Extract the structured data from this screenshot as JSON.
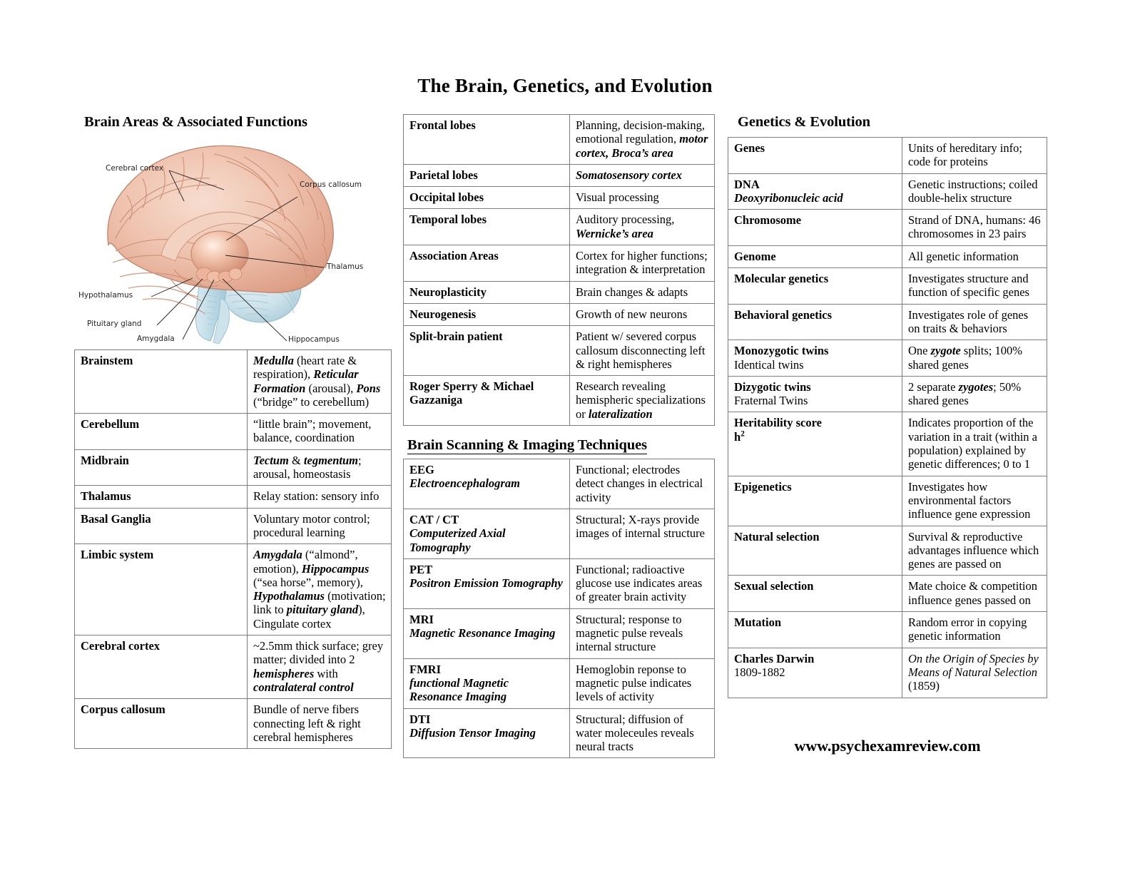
{
  "document": {
    "title": "The Brain, Genetics, and Evolution",
    "footer_url": "www.psychexamreview.com"
  },
  "sections": {
    "brain_areas": {
      "heading": "Brain Areas & Associated Functions",
      "figure": {
        "name": "mid-sagittal-brain-diagram",
        "labels": [
          "Cerebral cortex",
          "Corpus callosum",
          "Thalamus",
          "Hypothalamus",
          "Pituitary gland",
          "Amygdala",
          "Hippocampus"
        ],
        "colors": {
          "cortex_light": "#f3cfbd",
          "cortex_mid": "#e7b09a",
          "cortex_dark": "#d79480",
          "cerebellum": "#cfe3ea",
          "brainstem": "#c8dfe8",
          "thalamus": "#eeb89f",
          "pituitary": "#d9a3cd",
          "outline": "#b07a63"
        }
      },
      "rows": [
        {
          "term": "Brainstem",
          "def_html": "<b><i>Medulla</i></b> (heart rate &amp; respiration), <b><i>Reticular Formation</i></b> (arousal), <b><i>Pons</i></b> (&ldquo;bridge&rdquo; to cerebellum)"
        },
        {
          "term": "Cerebellum",
          "def_html": "&ldquo;little brain&rdquo;; movement, balance, coordination"
        },
        {
          "term": "Midbrain",
          "def_html": "<b><i>Tectum</i></b> &amp; <b><i>tegmentum</i></b>; arousal, homeostasis"
        },
        {
          "term": "Thalamus",
          "def_html": "Relay station: sensory info"
        },
        {
          "term": "Basal Ganglia",
          "def_html": "Voluntary motor control; procedural learning"
        },
        {
          "term": "Limbic system",
          "def_html": "<b><i>Amygdala</i></b> (&ldquo;almond&rdquo;, emotion), <b><i>Hippocampus</i></b> (&ldquo;sea horse&rdquo;, memory), <b><i>Hypothalamus</i></b> (motivation; link to <b><i>pituitary gland</i></b>), Cingulate cortex"
        },
        {
          "term": "Cerebral cortex",
          "def_html": "~2.5mm thick surface; grey matter; divided into 2 <b><i>hemispheres</i></b> with <b><i>contralateral control</i></b>"
        },
        {
          "term": "Corpus callosum",
          "def_html": "Bundle of nerve fibers connecting left &amp; right cerebral hemispheres"
        }
      ]
    },
    "lobes": {
      "rows": [
        {
          "term": "Frontal lobes",
          "def_html": "Planning, decision-making, emotional regulation, <b><i>motor cortex, Broca&rsquo;s area</i></b>"
        },
        {
          "term": "Parietal lobes",
          "def_html": "<b><i>Somatosensory cortex</i></b>"
        },
        {
          "term": "Occipital lobes",
          "def_html": "Visual processing"
        },
        {
          "term": "Temporal lobes",
          "def_html": "Auditory processing, <b><i>Wernicke&rsquo;s area</i></b>"
        },
        {
          "term": "Association Areas",
          "def_html": "Cortex for higher functions; integration &amp; interpretation"
        },
        {
          "term": "Neuroplasticity",
          "def_html": "Brain changes &amp; adapts"
        },
        {
          "term": "Neurogenesis",
          "def_html": "Growth of new neurons"
        },
        {
          "term": "Split-brain patient",
          "def_html": "Patient w/ severed corpus callosum disconnecting left &amp; right hemispheres"
        },
        {
          "term": "Roger Sperry &amp; Michael Gazzaniga",
          "def_html": "Research revealing hemispheric specializations or <b><i>lateralization</i></b>"
        }
      ]
    },
    "imaging": {
      "heading": "Brain Scanning & Imaging Techniques",
      "rows": [
        {
          "term_html": "EEG<span class=\"subi\">Electroencephalogram</span>",
          "def_html": "Functional; electrodes detect changes in electrical activity"
        },
        {
          "term_html": "CAT / CT<span class=\"subi\">Computerized Axial Tomography</span>",
          "def_html": "Structural; X-rays provide images of internal structure"
        },
        {
          "term_html": "PET<span class=\"subi\">Positron Emission Tomography</span>",
          "def_html": "Functional; radioactive glucose use indicates areas of greater brain activity"
        },
        {
          "term_html": "MRI<span class=\"subi\">Magnetic Resonance Imaging</span>",
          "def_html": "Structural; response to magnetic pulse reveals internal structure"
        },
        {
          "term_html": "FMRI<span class=\"subi\">functional Magnetic Resonance Imaging</span>",
          "def_html": "Hemoglobin reponse to magnetic pulse indicates levels of activity"
        },
        {
          "term_html": "DTI<span class=\"subi\">Diffusion Tensor Imaging</span>",
          "def_html": "Structural; diffusion of water moleceules reveals neural tracts"
        }
      ]
    },
    "genetics": {
      "heading": "Genetics & Evolution",
      "rows": [
        {
          "term_html": "Genes",
          "def_html": "Units of hereditary info; code for proteins"
        },
        {
          "term_html": "DNA<span class=\"subi\">Deoxyribonucleic acid</span>",
          "def_html": "Genetic instructions; coiled double-helix structure"
        },
        {
          "term_html": "Chromosome",
          "def_html": "Strand of DNA, humans: 46 chromosomes in 23 pairs"
        },
        {
          "term_html": "Genome",
          "def_html": "All genetic information"
        },
        {
          "term_html": "Molecular genetics",
          "def_html": "Investigates structure and function of specific genes"
        },
        {
          "term_html": "Behavioral genetics",
          "def_html": "Investigates role of genes on traits &amp; behaviors"
        },
        {
          "term_html": "Monozygotic twins<span class=\"sub\">Identical twins</span>",
          "def_html": "One <b><i>zygote</i></b> splits; 100% shared genes"
        },
        {
          "term_html": "Dizygotic twins<span class=\"sub\">Fraternal Twins</span>",
          "def_html": "2 separate <b><i>zygotes</i></b>; 50% shared genes"
        },
        {
          "term_html": "Heritability score<span style=\"display:block\">h<sup>2</sup></span>",
          "def_html": "Indicates proportion of the variation in a trait (within a population) explained by genetic differences; 0 to 1"
        },
        {
          "term_html": "Epigenetics",
          "def_html": "Investigates how environmental factors influence gene expression"
        },
        {
          "term_html": "Natural selection",
          "def_html": "Survival &amp; reproductive advantages influence which genes are passed on"
        },
        {
          "term_html": "Sexual selection",
          "def_html": "Mate choice &amp; competition influence genes passed on"
        },
        {
          "term_html": "Mutation",
          "def_html": "Random error in copying genetic information"
        },
        {
          "term_html": "Charles Darwin<span class=\"sub\">1809-1882</span>",
          "def_html": "<i>On the Origin of Species by Means of Natural Selection</i> (1859)"
        }
      ]
    }
  }
}
